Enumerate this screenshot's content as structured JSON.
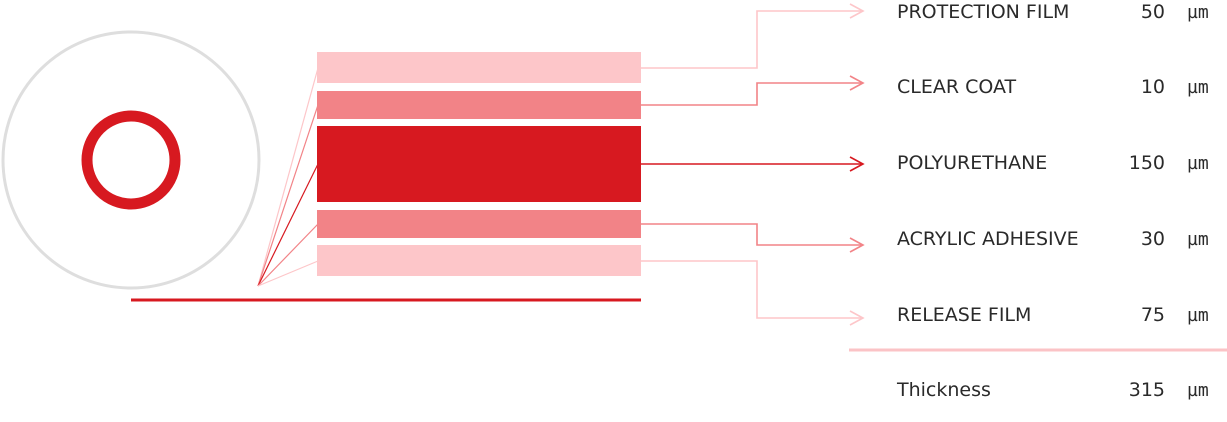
{
  "layers": [
    {
      "name": "PROTECTION FILM",
      "value": "50",
      "unit": "µm",
      "color": "#fdc6c9"
    },
    {
      "name": "CLEAR COAT",
      "value": "10",
      "unit": "µm",
      "color": "#f28387"
    },
    {
      "name": "POLYURETHANE",
      "value": "150",
      "unit": "µm",
      "color": "#d71920"
    },
    {
      "name": "ACRYLIC ADHESIVE",
      "value": "30",
      "unit": "µm",
      "color": "#f28387"
    },
    {
      "name": "RELEASE FILM",
      "value": "75",
      "unit": "µm",
      "color": "#fdc6c9"
    }
  ],
  "total": {
    "label": "Thickness",
    "value": "315",
    "unit": "µm"
  },
  "colors": {
    "roll_outline": "#dedede",
    "core": "#d71920",
    "base_line": "#d71920",
    "divider": "#fbc3c6"
  }
}
